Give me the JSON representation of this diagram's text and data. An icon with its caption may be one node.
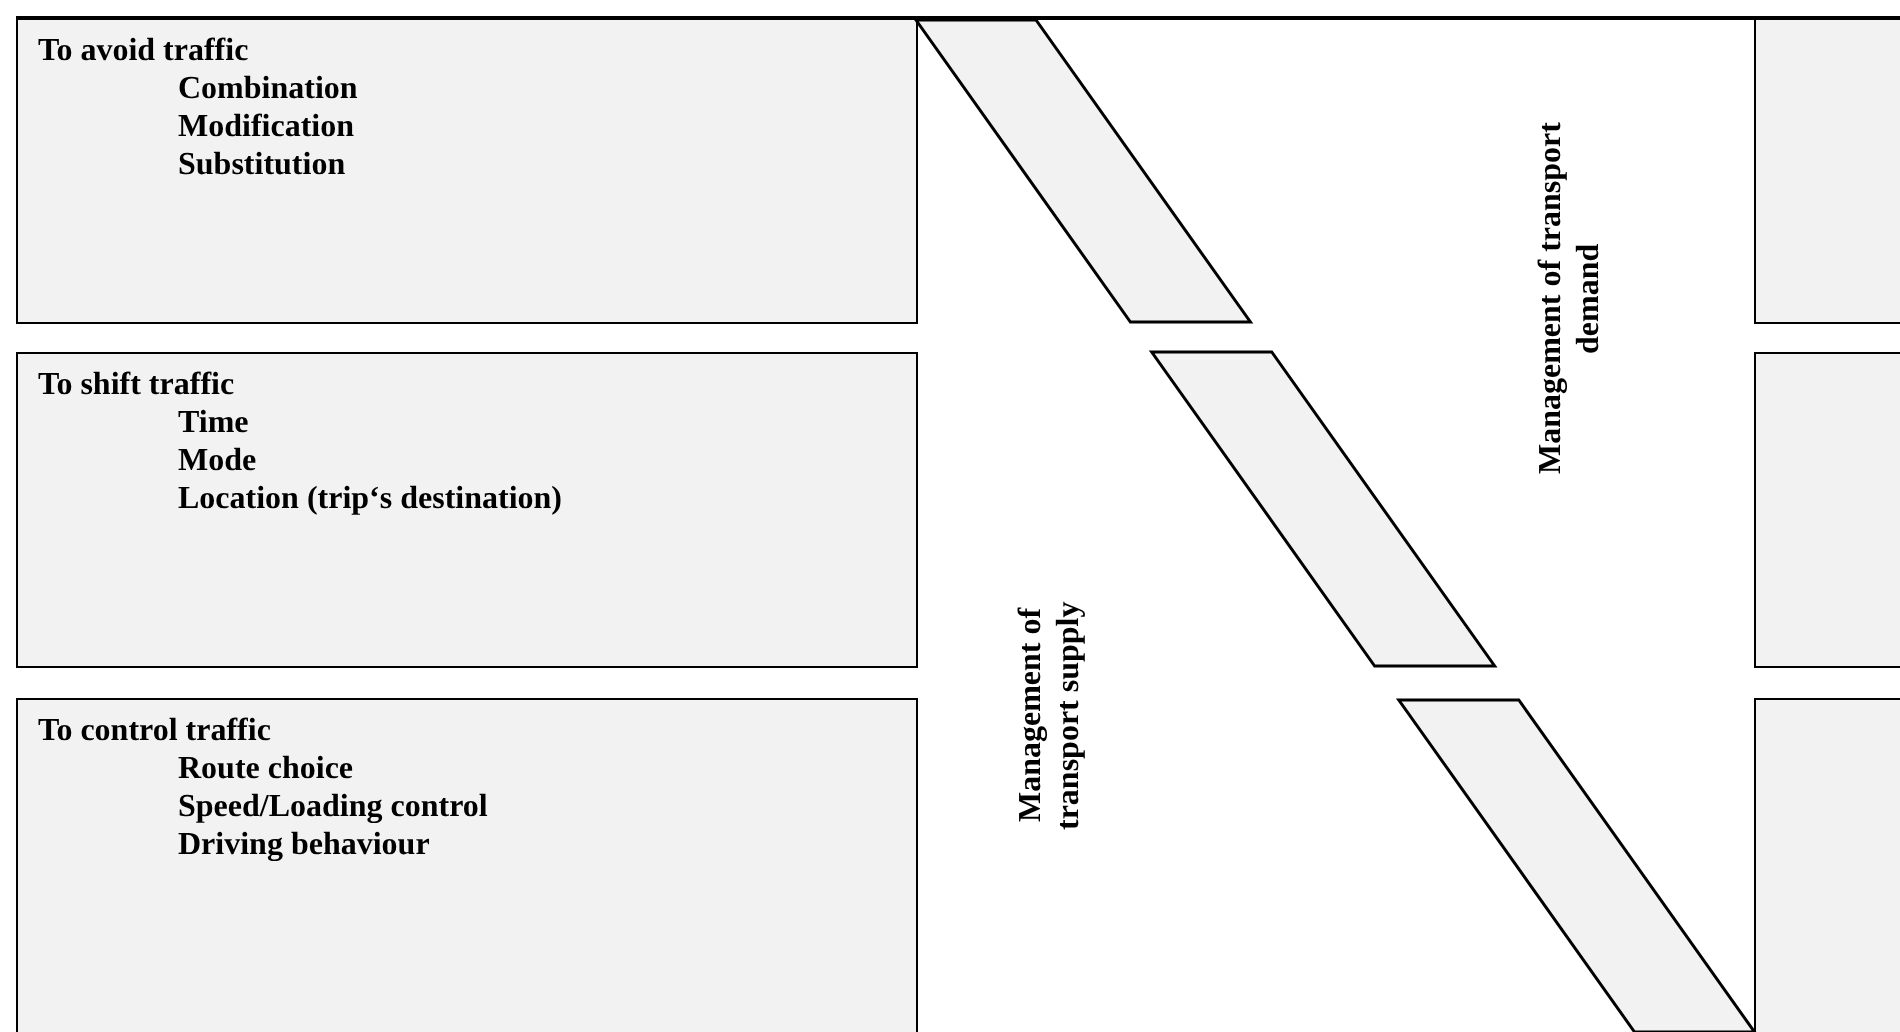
{
  "diagram": {
    "nodes": [
      {
        "text": [
          "To avoid traffic",
          "Combination",
          "Modification",
          "Substitution"
        ]
      },
      {
        "text": [
          "To shift traffic",
          "Time",
          "Mode",
          "Location (trip‘s destination)"
        ]
      },
      {
        "text": [
          "To control traffic",
          "Route choice",
          "Speed/Loading control",
          "Driving behaviour"
        ]
      },
      {
        "text": [],
        "shape": "box"
      },
      {
        "text": [],
        "shape": "box"
      },
      {
        "text": [],
        "shape": "box"
      }
    ],
    "edges": [],
    "labels": [
      "Management of transport demand",
      "Management of transport supply"
    ]
  }
}
